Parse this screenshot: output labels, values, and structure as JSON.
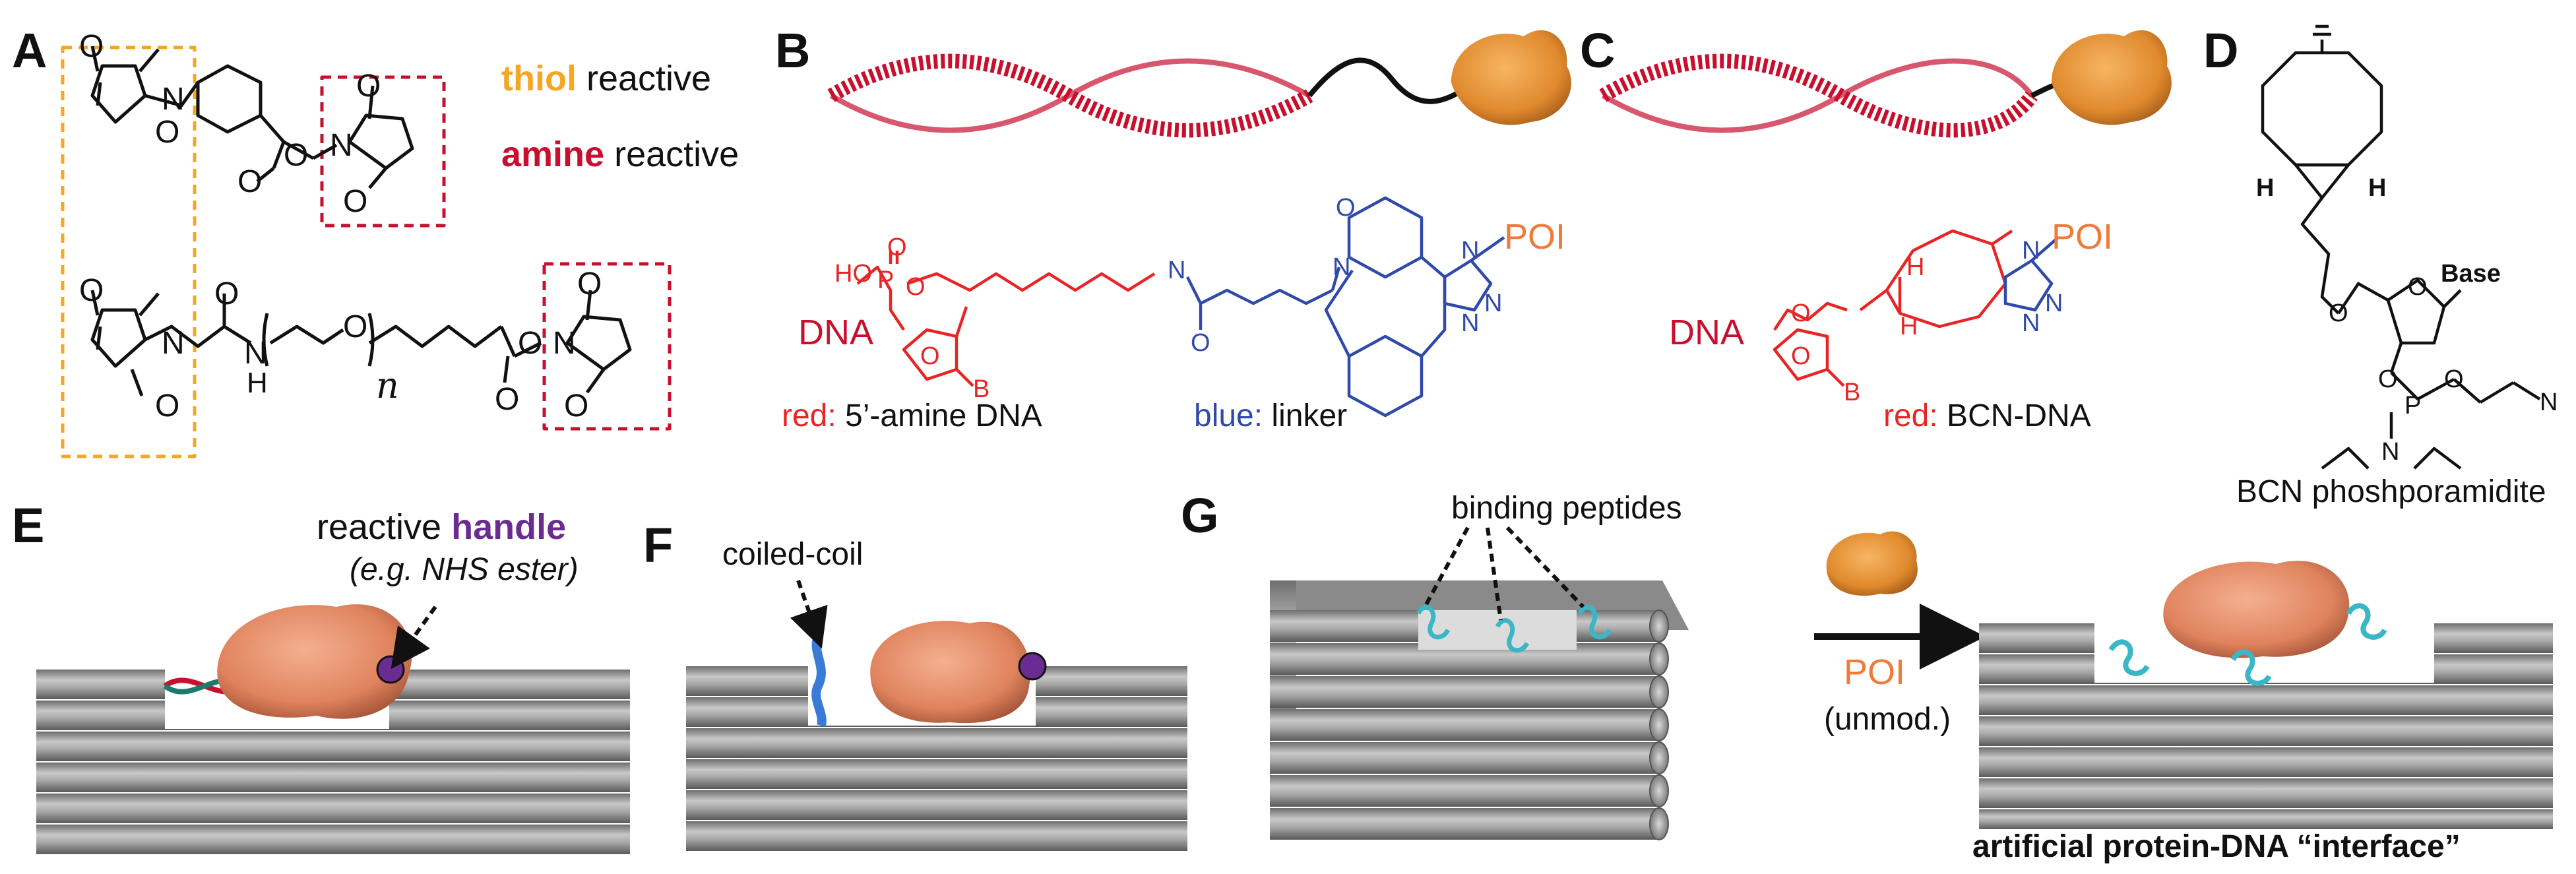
{
  "panels": {
    "A": {
      "letter": "A",
      "thiol_word": "thiol",
      "thiol_rest": " reactive",
      "amine_word": "amine",
      "amine_rest": " reactive",
      "n_subscript": "n",
      "atom_O": "O",
      "atom_N": "N",
      "atom_H": "H"
    },
    "B": {
      "letter": "B",
      "dna": "DNA",
      "poi": "POI",
      "red_key": "red:",
      "red_text": " 5’-amine DNA",
      "blue_key": "blue:",
      "blue_text": " linker",
      "atom_HO": "HO",
      "atom_P": "P",
      "atom_O": "O",
      "atom_N": "N",
      "atom_B": "B"
    },
    "C": {
      "letter": "C",
      "dna": "DNA",
      "poi": "POI",
      "red_key": "red:",
      "red_text": " BCN-DNA",
      "atom_H": "H",
      "atom_O": "O",
      "atom_N": "N",
      "atom_B": "B"
    },
    "D": {
      "letter": "D",
      "caption": "BCN phoshporamidite",
      "base": "Base",
      "atom_H": "H",
      "atom_O": "O",
      "atom_P": "P",
      "atom_N": "N"
    },
    "E": {
      "letter": "E",
      "handle_pre": "reactive ",
      "handle_word": "handle",
      "handle_example": "(e.g. NHS ester)"
    },
    "F": {
      "letter": "F",
      "coil_label": "coiled-coil"
    },
    "G": {
      "letter": "G",
      "peptides_label": "binding peptides",
      "poi": "POI",
      "unmod": "(unmod.)",
      "interface_caption": "artificial protein-DNA “interface”"
    }
  },
  "colors": {
    "thiol_box": "#f5a623",
    "amine_box": "#c8102e",
    "dna_red": "#c8102e",
    "linker_blue": "#2f4aa8",
    "protein_orange": "#e8923a",
    "protein_salmon": "#e8906a",
    "cylinder_gray": "#9a9a9a",
    "peptide_cyan": "#3ab7c6",
    "handle_purple": "#6a2c91"
  },
  "icons": [
    "protein-surface-icon",
    "dna-helix-icon",
    "dna-origami-cylinder-icon",
    "peptide-icon",
    "reactive-handle-icon",
    "arrow-right-icon"
  ]
}
